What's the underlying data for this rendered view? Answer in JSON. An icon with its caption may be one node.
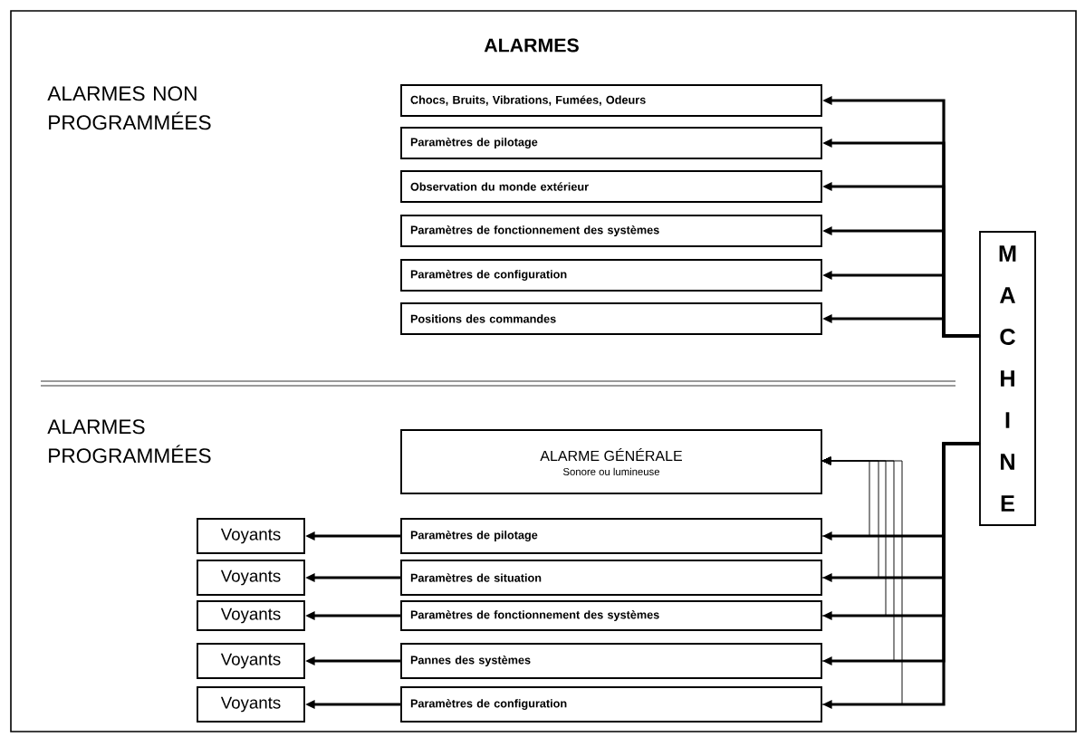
{
  "diagram": {
    "title": "ALARMES",
    "nodes": [
      {
        "text": [
          "Chocs, Bruits, Vibrations, Fumées, Odeurs"
        ]
      },
      {
        "text": [
          "Paramètres de pilotage"
        ]
      },
      {
        "text": [
          "Observation du monde extérieur"
        ]
      },
      {
        "text": [
          "Paramètres de fonctionnement des systèmes"
        ]
      },
      {
        "text": [
          "Paramètres de configuration"
        ]
      },
      {
        "text": [
          "Positions des commandes"
        ]
      },
      {
        "text": [
          "MACHINE"
        ]
      },
      {
        "text": [
          "ALARME GÉNÉRALE",
          "Sonore ou lumineuse"
        ]
      },
      {
        "text": [
          "Voyants"
        ]
      },
      {
        "text": [
          "Paramètres de pilotage"
        ]
      },
      {
        "text": [
          "Voyants"
        ]
      },
      {
        "text": [
          "Paramètres de situation"
        ]
      },
      {
        "text": [
          "Voyants"
        ]
      },
      {
        "text": [
          "Paramètres de fonctionnement des systèmes"
        ]
      },
      {
        "text": [
          "Voyants"
        ]
      },
      {
        "text": [
          "Pannes des systèmes"
        ]
      },
      {
        "text": [
          "Voyants"
        ]
      },
      {
        "text": [
          "Paramètres de configuration"
        ]
      }
    ],
    "edges": [
      {
        "from": 6,
        "to": 0,
        "arrow": "to"
      },
      {
        "from": 6,
        "to": 1,
        "arrow": "to"
      },
      {
        "from": 6,
        "to": 2,
        "arrow": "to"
      },
      {
        "from": 6,
        "to": 3,
        "arrow": "to"
      },
      {
        "from": 6,
        "to": 4,
        "arrow": "to"
      },
      {
        "from": 6,
        "to": 5,
        "arrow": "to"
      },
      {
        "from": 6,
        "to": 9,
        "arrow": "to"
      },
      {
        "from": 6,
        "to": 11,
        "arrow": "to"
      },
      {
        "from": 6,
        "to": 13,
        "arrow": "to"
      },
      {
        "from": 6,
        "to": 15,
        "arrow": "to"
      },
      {
        "from": 6,
        "to": 17,
        "arrow": "to"
      },
      {
        "from": 9,
        "to": 8,
        "arrow": "to"
      },
      {
        "from": 11,
        "to": 10,
        "arrow": "to"
      },
      {
        "from": 13,
        "to": 12,
        "arrow": "to"
      },
      {
        "from": 15,
        "to": 14,
        "arrow": "to"
      },
      {
        "from": 17,
        "to": 16,
        "arrow": "to"
      },
      {
        "from": 9,
        "to": 7,
        "arrow": "to"
      },
      {
        "from": 11,
        "to": 7,
        "arrow": "to"
      },
      {
        "from": 13,
        "to": 7,
        "arrow": "to"
      },
      {
        "from": 15,
        "to": 7,
        "arrow": "to"
      },
      {
        "from": 17,
        "to": 7,
        "arrow": "to"
      }
    ],
    "labels": [
      "ALARMES NON PROGRAMMÉES",
      "ALARMES PROGRAMMÉES"
    ]
  }
}
